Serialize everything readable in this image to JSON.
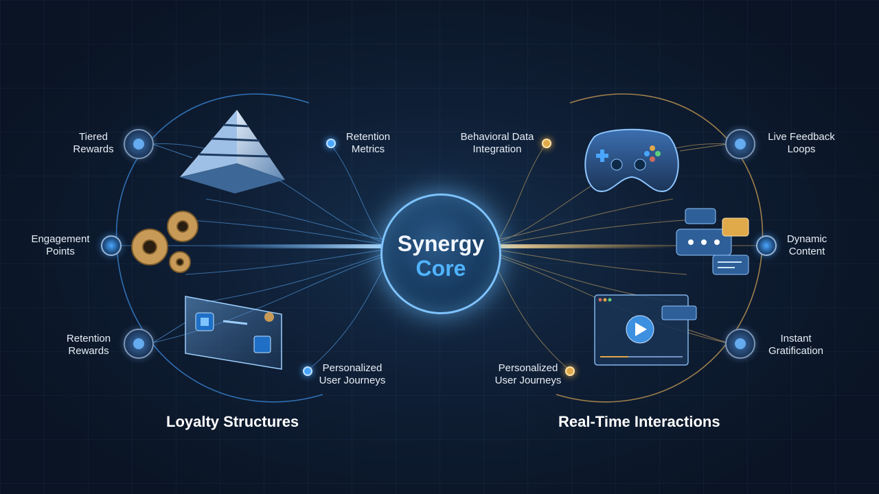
{
  "core": {
    "line1": "Synergy",
    "line2": "Core"
  },
  "left_section": {
    "title": "Loyalty Structures",
    "labels": {
      "tiered_rewards": [
        "Tiered",
        "Rewards"
      ],
      "retention_metrics": [
        "Retention",
        "Metrics"
      ],
      "engagement_points": [
        "Engagement",
        "Points"
      ],
      "retention_rewards": [
        "Retention",
        "Rewards"
      ],
      "personalized_journeys": [
        "Personalized",
        "User Journeys"
      ]
    }
  },
  "right_section": {
    "title": "Real-Time Interactions",
    "labels": {
      "behavioral_data": [
        "Behavioral Data",
        "Integration"
      ],
      "live_feedback": [
        "Live Feedback",
        "Loops"
      ],
      "dynamic_content": [
        "Dynamic",
        "Content"
      ],
      "instant_gratification": [
        "Instant",
        "Gratification"
      ],
      "personalized_journeys": [
        "Personalized",
        "User Journeys"
      ]
    }
  },
  "colors": {
    "blue_accent": "#4aa6ff",
    "gold_accent": "#e0a94a",
    "background": "#0c1628"
  }
}
